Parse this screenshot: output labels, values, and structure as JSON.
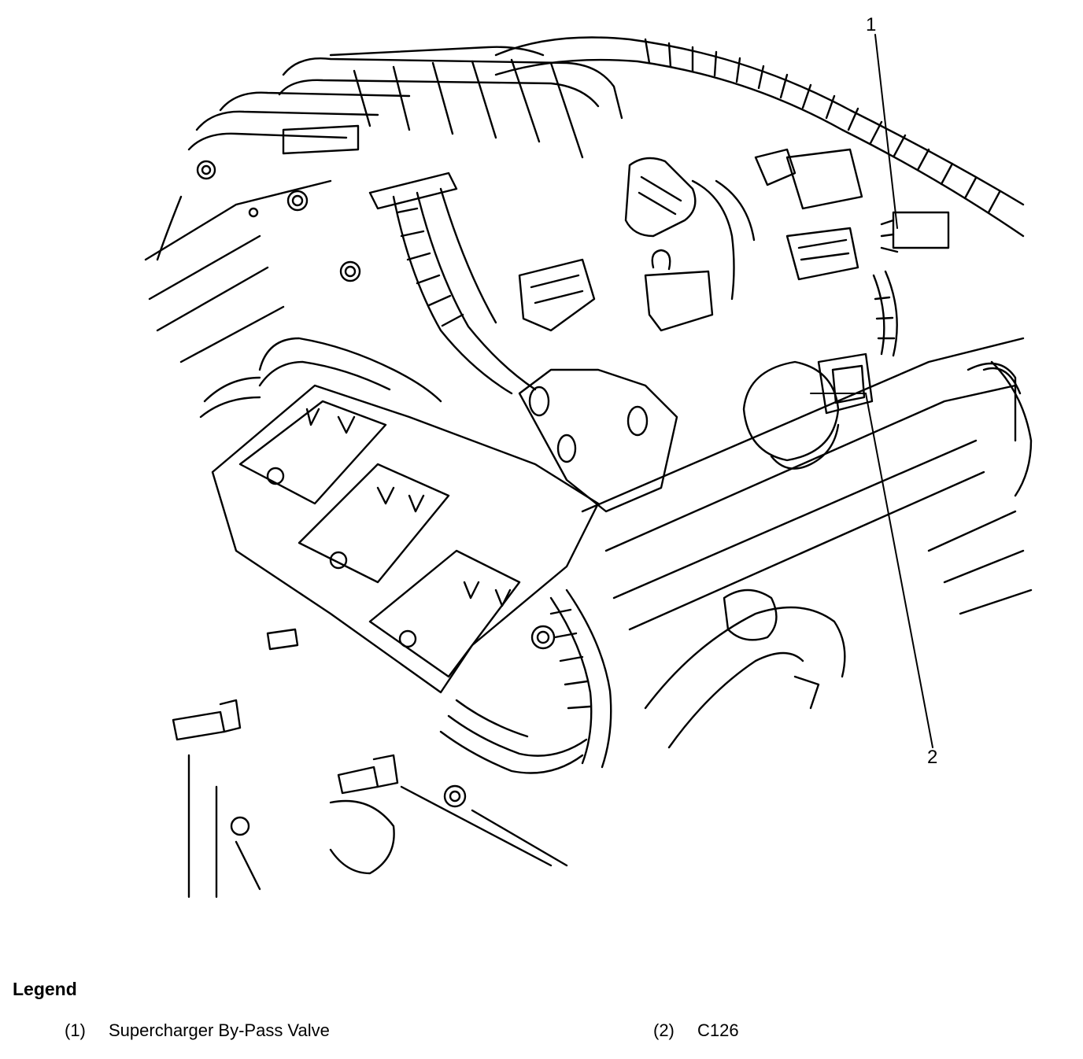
{
  "callouts": {
    "one": "1",
    "two": "2"
  },
  "legend": {
    "title": "Legend",
    "items": [
      {
        "number": "(1)",
        "label": "Supercharger By-Pass Valve"
      },
      {
        "number": "(2)",
        "label": "C126"
      }
    ]
  },
  "colors": {
    "line": "#000000",
    "background": "#ffffff"
  }
}
